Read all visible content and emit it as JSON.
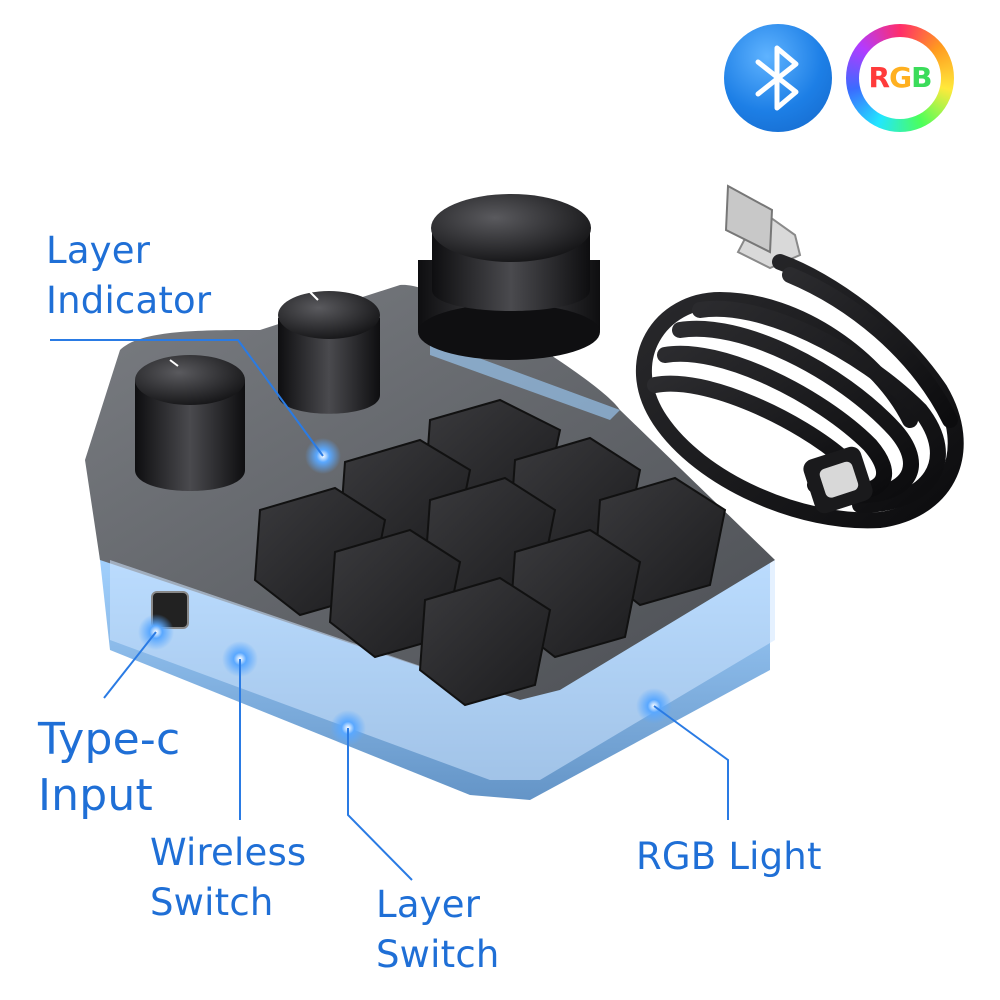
{
  "badges": {
    "bluetooth": {
      "icon": "bluetooth-icon",
      "color": "#1d7fe6"
    },
    "rgb": {
      "letters": [
        "R",
        "G",
        "B"
      ],
      "letter_colors": [
        "#ff3b3b",
        "#ffb020",
        "#3bdc5a"
      ]
    }
  },
  "callouts": {
    "layer_indicator": [
      "Layer",
      "Indicator"
    ],
    "typec_input": [
      "Type-c",
      "Input"
    ],
    "wireless_switch": [
      "Wireless",
      "Switch"
    ],
    "layer_switch": [
      "Layer",
      "Switch"
    ],
    "rgb_light": [
      "RGB Light"
    ]
  },
  "colors": {
    "callout_text": "#1f6fd6",
    "callout_line": "#2a7be4",
    "glow": "#7cc4ff",
    "keycap": "#2a2a2c"
  }
}
